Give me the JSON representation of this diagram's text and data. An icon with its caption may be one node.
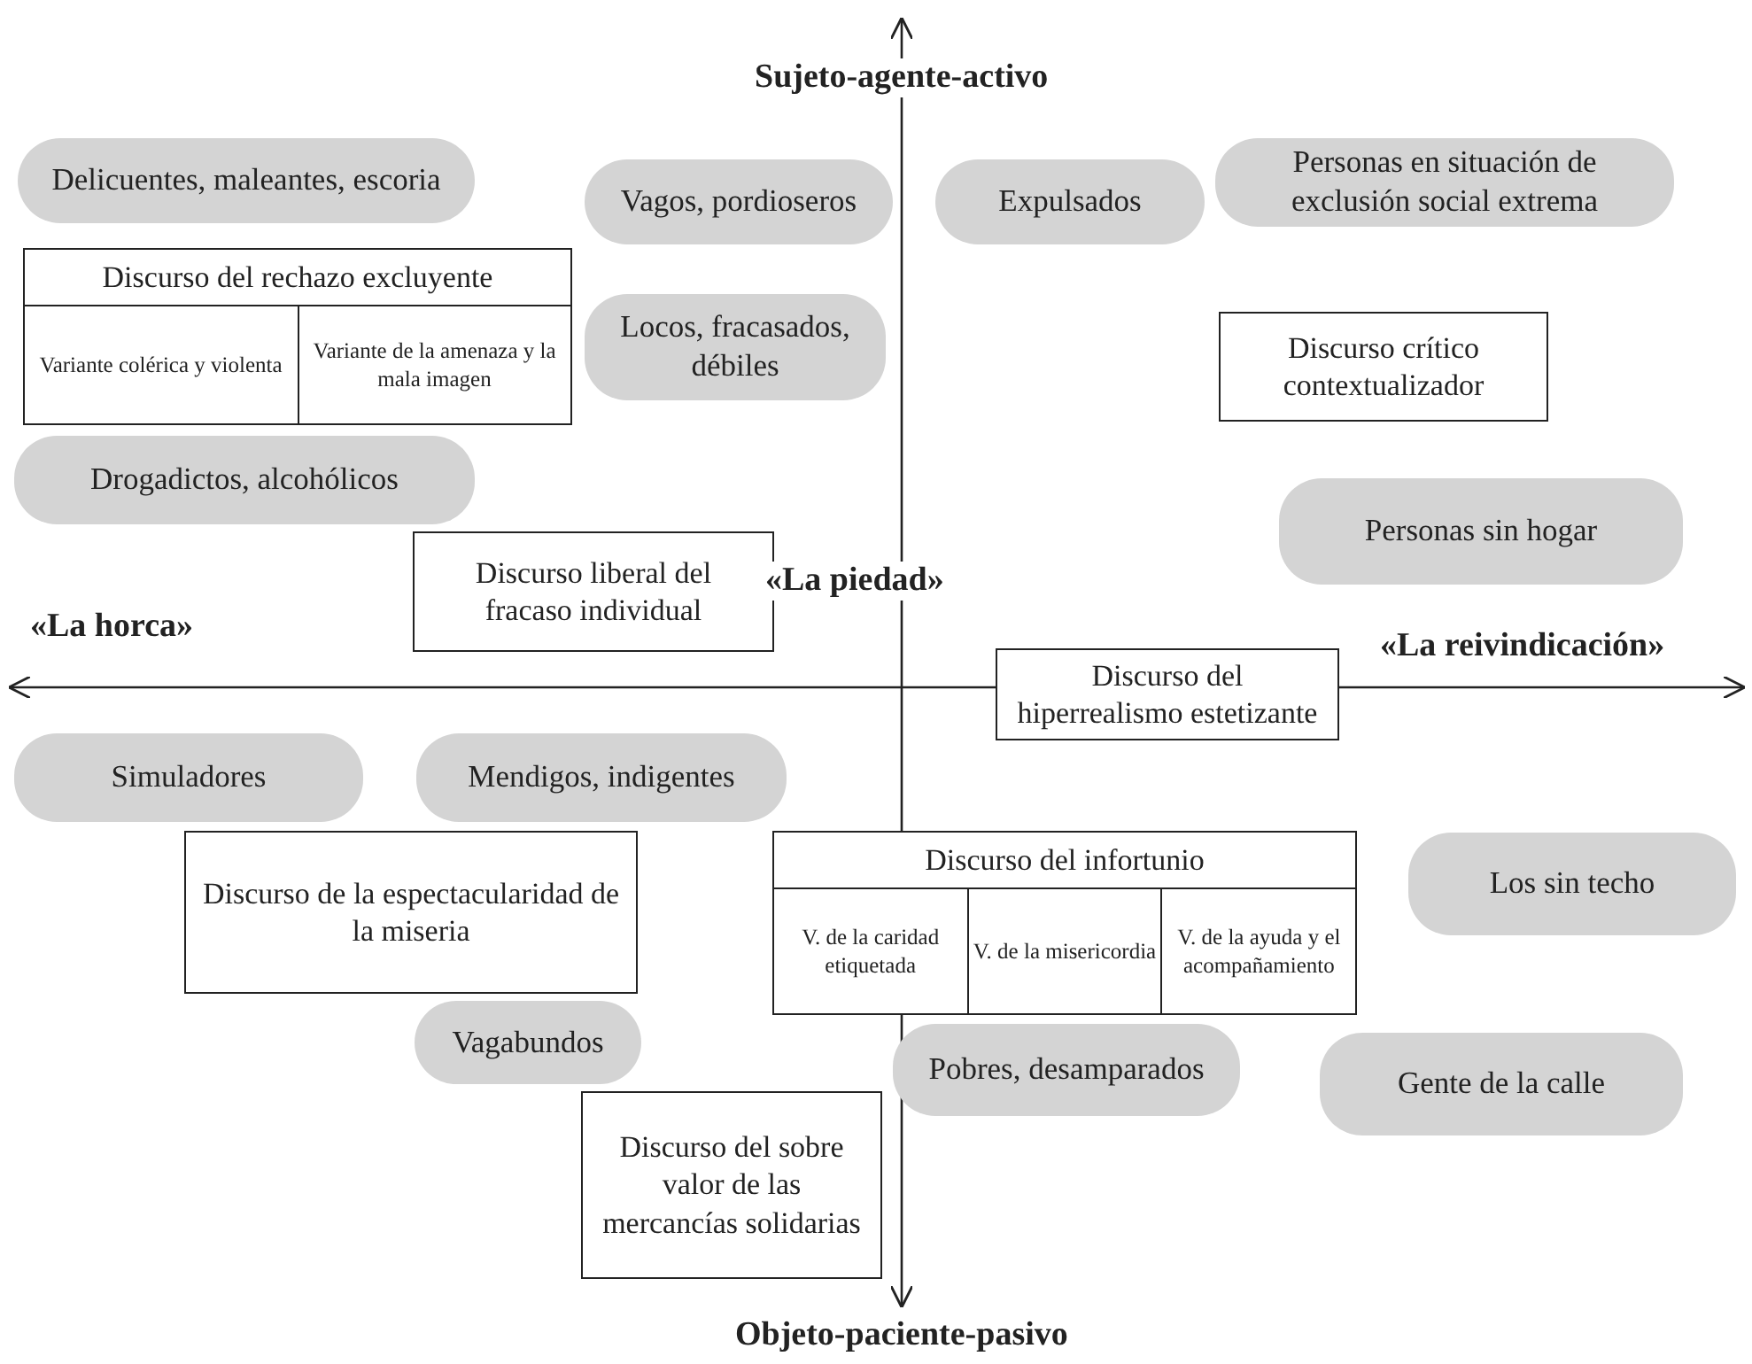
{
  "diagram": {
    "nodes": [
      {
        "text": [
          "Delicuentes, maleantes, escoria"
        ]
      },
      {
        "text": [
          "Personas en situación de exclusión social extrema"
        ]
      },
      {
        "text": [
          "Vagos, pordioseros"
        ]
      },
      {
        "text": [
          "Expulsados"
        ]
      },
      {
        "text": [
          "Discurso del rechazo excluyente"
        ]
      },
      {
        "text": [
          "Variante colérica y violenta"
        ],
        "in": 4
      },
      {
        "text": [
          "Variante de la amenaza y la mala imagen"
        ],
        "in": 4
      },
      {
        "text": [
          "Locos, fracasados, débiles"
        ]
      },
      {
        "text": [
          "Discurso crítico contextualizador"
        ]
      },
      {
        "text": [
          "Drogadictos, alcohólicos"
        ]
      },
      {
        "text": [
          "Personas sin hogar"
        ]
      },
      {
        "text": [
          "Discurso liberal del fracaso individual"
        ]
      },
      {
        "text": [
          "Discurso del hiperrealismo estetizante"
        ]
      },
      {
        "text": [
          "Simuladores"
        ]
      },
      {
        "text": [
          "Mendigos, indigentes"
        ]
      },
      {
        "text": [
          "Discurso de la espectacularidad de la miseria"
        ]
      },
      {
        "text": [
          "Discurso del infortunio"
        ]
      },
      {
        "text": [
          "V. de la caridad etiquetada"
        ],
        "in": 16
      },
      {
        "text": [
          "V. de la misericordia"
        ],
        "in": 16
      },
      {
        "text": [
          "V. de la ayuda y el acompañamiento"
        ],
        "in": 16
      },
      {
        "text": [
          "Los sin techo"
        ]
      },
      {
        "text": [
          "Vagabundos"
        ]
      },
      {
        "text": [
          "Pobres, desamparados"
        ]
      },
      {
        "text": [
          "Gente de la calle"
        ]
      },
      {
        "text": [
          "Discurso del sobre valor de las mercancías solidarias"
        ]
      }
    ],
    "labels": [
      "Sujeto-agente-activo",
      "«La piedad»",
      "«La horca»",
      "«La reivindicación»",
      "Objeto-paciente-pasivo"
    ]
  }
}
